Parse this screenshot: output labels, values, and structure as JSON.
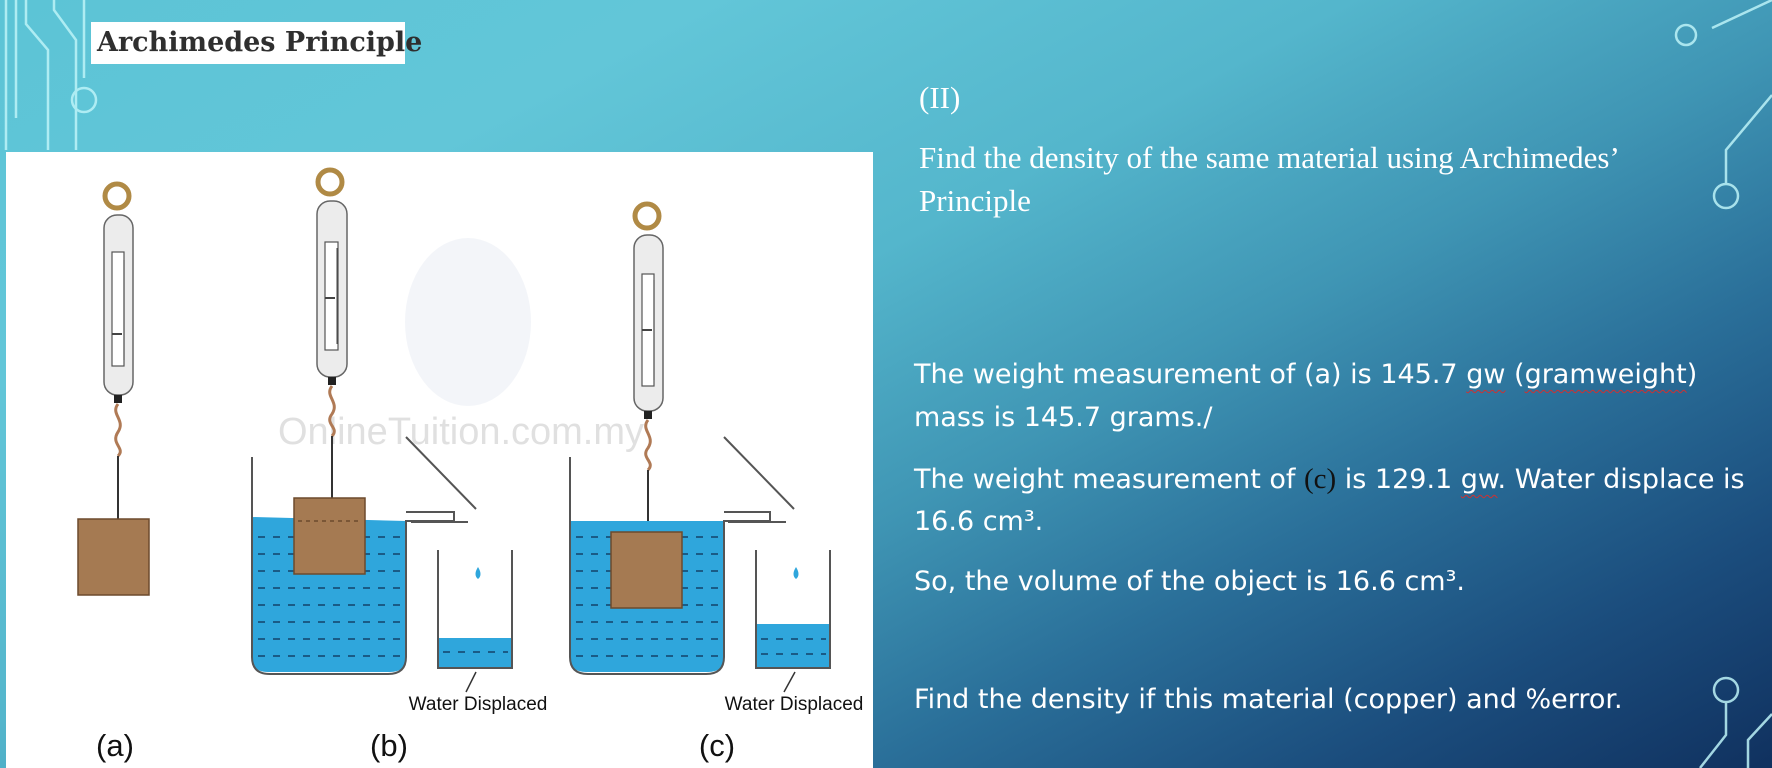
{
  "slide": {
    "title": "Archimedes Principle",
    "section_label": "(II)",
    "task_line1": "Find the density of the same material using Archimedes’",
    "task_line2": "Principle"
  },
  "figure": {
    "labels": [
      "(a)",
      "(b)",
      "(c)"
    ],
    "water_displaced_label": "Water Displaced",
    "watermark": "OnlineTuition.com.my",
    "colors": {
      "water": "#2fa6dc",
      "block": "#a57a52",
      "ring": "#b08a45",
      "hook": "#b07a55"
    }
  },
  "paragraphs": {
    "p1_a": "The weight measurement of (a) is 145.7 ",
    "p1_gw": "gw",
    "p1_b": " (",
    "p1_gramweight": "gramweight",
    "p1_c": ")",
    "p1_line2": "mass is 145.7 grams./",
    "p2_a": "The weight measurement of ",
    "p2_c": "(c)",
    "p2_b": " is 129.1 ",
    "p2_gw": "gw",
    "p2_d": ".  Water displace is",
    "p2_line2": "16.6 cm³.",
    "p3": "So, the volume of the object is 16.6 cm³.",
    "p4": "Find the density if this material (copper) and %error."
  }
}
